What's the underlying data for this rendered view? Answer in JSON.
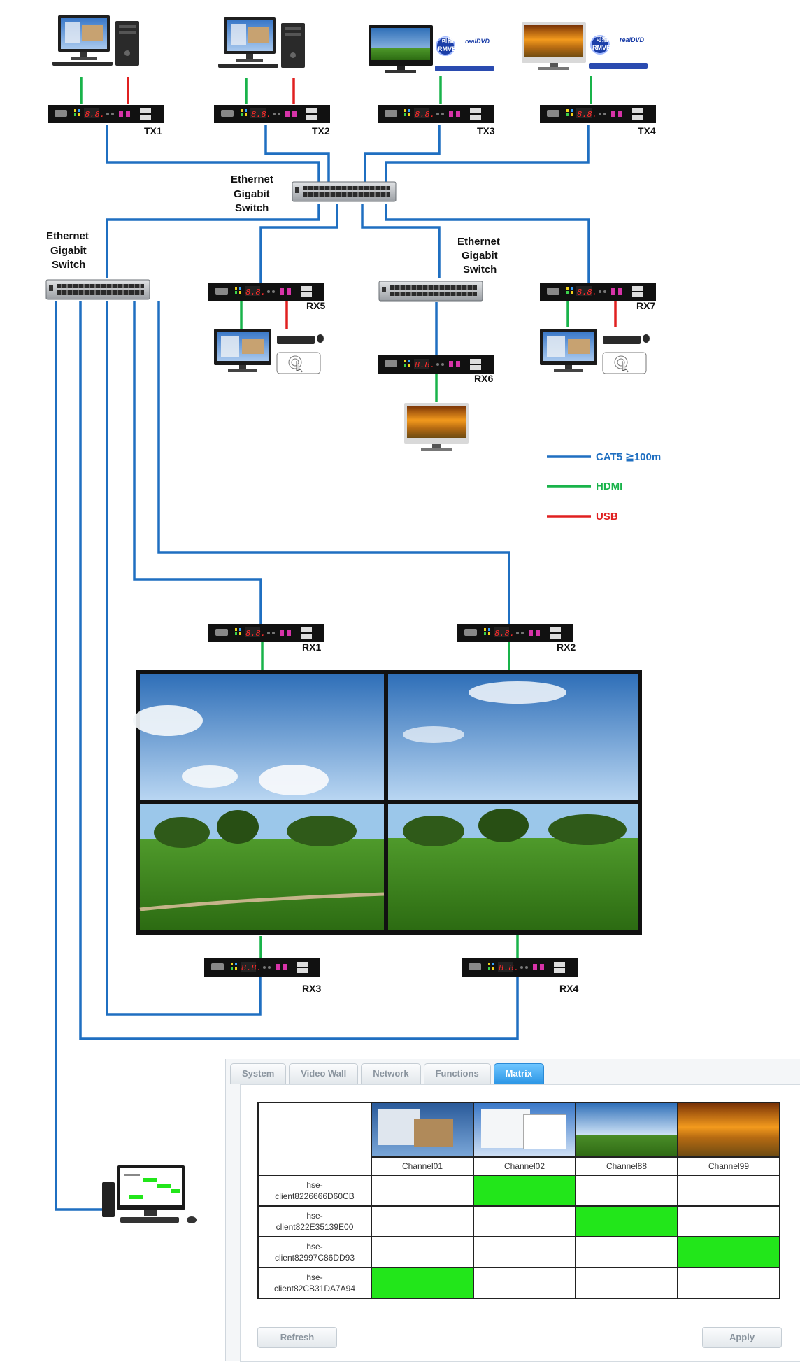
{
  "transmitters": [
    {
      "id": "tx1",
      "label": "TX1"
    },
    {
      "id": "tx2",
      "label": "TX2"
    },
    {
      "id": "tx3",
      "label": "TX3"
    },
    {
      "id": "tx4",
      "label": "TX4"
    }
  ],
  "receivers": [
    {
      "id": "rx1",
      "label": "RX1"
    },
    {
      "id": "rx2",
      "label": "RX2"
    },
    {
      "id": "rx3",
      "label": "RX3"
    },
    {
      "id": "rx4",
      "label": "RX4"
    },
    {
      "id": "rx5",
      "label": "RX5"
    },
    {
      "id": "rx6",
      "label": "RX6"
    },
    {
      "id": "rx7",
      "label": "RX7"
    }
  ],
  "switches": {
    "main": [
      "Ethernet",
      "Gigabit",
      "Switch"
    ],
    "left": [
      "Ethernet",
      "Gigabit",
      "Switch"
    ],
    "center": [
      "Ethernet",
      "Gigabit",
      "Switch"
    ]
  },
  "media_logos": {
    "rmvb": "RMVB",
    "realdvd": "realDVD",
    "chinese": "可播"
  },
  "legend": [
    {
      "label": "CAT5  ≧100m",
      "color": "#1f6fc1"
    },
    {
      "label": "HDMI",
      "color": "#19b34a"
    },
    {
      "label": "USB",
      "color": "#e02020"
    }
  ],
  "colors": {
    "cat5": "#1f6fc1",
    "hdmi": "#19b34a",
    "usb": "#e02020",
    "matrix_active": "#22e61a",
    "tab_active": "#2d97e6"
  },
  "matrix_ui": {
    "tabs": [
      {
        "label": "System",
        "active": false
      },
      {
        "label": "Video Wall",
        "active": false
      },
      {
        "label": "Network",
        "active": false
      },
      {
        "label": "Functions",
        "active": false
      },
      {
        "label": "Matrix",
        "active": true
      }
    ],
    "channels": [
      "Channel01",
      "Channel02",
      "Channel88",
      "Channel99"
    ],
    "clients": [
      {
        "line1": "hse-",
        "line2": "client8226666D60CB",
        "active_channel": 1
      },
      {
        "line1": "hse-",
        "line2": "client822E35139E00",
        "active_channel": 2
      },
      {
        "line1": "hse-",
        "line2": "client82997C86DD93",
        "active_channel": 3
      },
      {
        "line1": "hse-",
        "line2": "client82CB31DA7A94",
        "active_channel": 0
      }
    ],
    "refresh_label": "Refresh",
    "apply_label": "Apply"
  }
}
